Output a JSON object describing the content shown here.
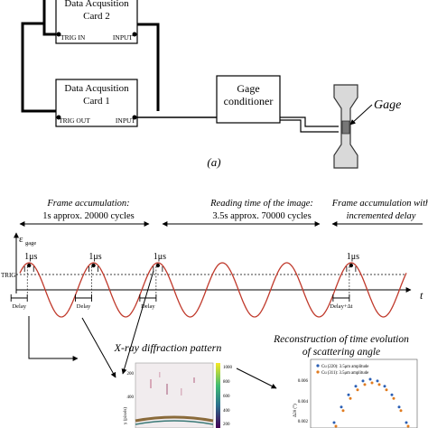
{
  "cards": {
    "card2": {
      "title": "Data Acqusition",
      "subtitle": "Card 2",
      "trig_label": "TRIG IN",
      "input_label": "INPUT"
    },
    "card1": {
      "title": "Data Acqusition",
      "subtitle": "Card 1",
      "trig_label": "TRIG OUT",
      "input_label": "INPUT"
    }
  },
  "gage_conditioner": {
    "line1": "Gage",
    "line2": "conditioner"
  },
  "gage_label": "Gage",
  "panel_label": "(a)",
  "phases": [
    {
      "line1": "Frame accumulation:",
      "line2": "1s approx. 20000 cycles"
    },
    {
      "line1": "Reading time  of the image:",
      "line2": "3.5s approx. 70000 cycles"
    },
    {
      "line1": "Frame accumulation with",
      "line2": "incremented delay"
    }
  ],
  "signal": {
    "y_label_main": "ε",
    "y_label_sub": "gage",
    "trig_label": "TRIG",
    "t_label": "t",
    "pulse_label": "1μs",
    "delay_labels": [
      "Delay",
      "Delay",
      "Delay",
      "Delay+Δt"
    ],
    "cycles": [
      {
        "peak_visible": true
      },
      {
        "peak_visible": true
      },
      {
        "peak_visible": true
      },
      {
        "peak_visible": false
      },
      {
        "peak_visible": false
      },
      {
        "peak_visible": true
      }
    ]
  },
  "xrd": {
    "title": "X-ray diffraction pattern",
    "colorbar_ticks": [
      "1000",
      "800",
      "600",
      "400",
      "200"
    ],
    "y_ticks": [
      "200",
      "400"
    ],
    "y_label": "y (pixels)"
  },
  "reconstruction": {
    "title_line1": "Reconstruction of time evolution",
    "title_line2": "of scattering angle",
    "legend": [
      {
        "label": "Cu (220): 3.5μm amplitude",
        "color": "#2b5fb4"
      },
      {
        "label": "Cu (311): 3.5μm amplitude",
        "color": "#e07b1f"
      }
    ],
    "y_ticks": [
      "0.006",
      "0.004",
      "0.002"
    ],
    "y_label": "Δ2θ (°)"
  }
}
